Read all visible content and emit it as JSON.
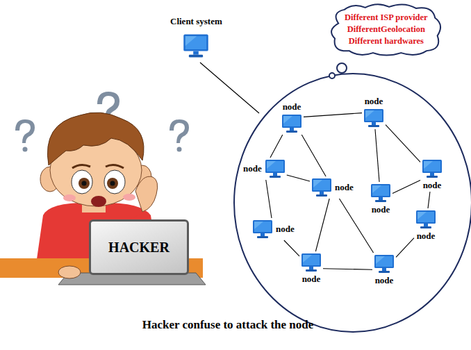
{
  "diagram": {
    "caption": "Hacker confuse to attack the node",
    "nodes": [
      {
        "text": [
          "Client system"
        ]
      },
      {
        "text": [
          "Different ISP provider",
          "DifferentGeolocation",
          "Different hardwares"
        ]
      },
      {
        "text": [
          "node"
        ]
      },
      {
        "text": [
          "node"
        ]
      },
      {
        "text": [
          "node"
        ]
      },
      {
        "text": [
          "node"
        ]
      },
      {
        "text": [
          "node"
        ]
      },
      {
        "text": [
          "node"
        ]
      },
      {
        "text": [
          "node"
        ]
      },
      {
        "text": [
          "node"
        ]
      },
      {
        "text": [
          "node"
        ]
      },
      {
        "text": [
          "node"
        ]
      },
      {
        "text": [
          "HACKER"
        ]
      }
    ],
    "edges": [
      {
        "from": 2,
        "to": 3,
        "arrow": "none"
      },
      {
        "from": 2,
        "to": 4,
        "arrow": "none"
      },
      {
        "from": 2,
        "to": 5,
        "arrow": "none"
      },
      {
        "from": 3,
        "to": 7,
        "arrow": "none"
      },
      {
        "from": 3,
        "to": 6,
        "arrow": "none"
      },
      {
        "from": 4,
        "to": 5,
        "arrow": "none"
      },
      {
        "from": 4,
        "to": 8,
        "arrow": "none"
      },
      {
        "from": 5,
        "to": 10,
        "arrow": "none"
      },
      {
        "from": 5,
        "to": 11,
        "arrow": "none"
      },
      {
        "from": 8,
        "to": 10,
        "arrow": "none"
      },
      {
        "from": 10,
        "to": 11,
        "arrow": "none"
      },
      {
        "from": 7,
        "to": 6,
        "arrow": "none"
      },
      {
        "from": 9,
        "to": 6,
        "arrow": "none"
      },
      {
        "from": 9,
        "to": 11,
        "arrow": "none"
      }
    ]
  }
}
